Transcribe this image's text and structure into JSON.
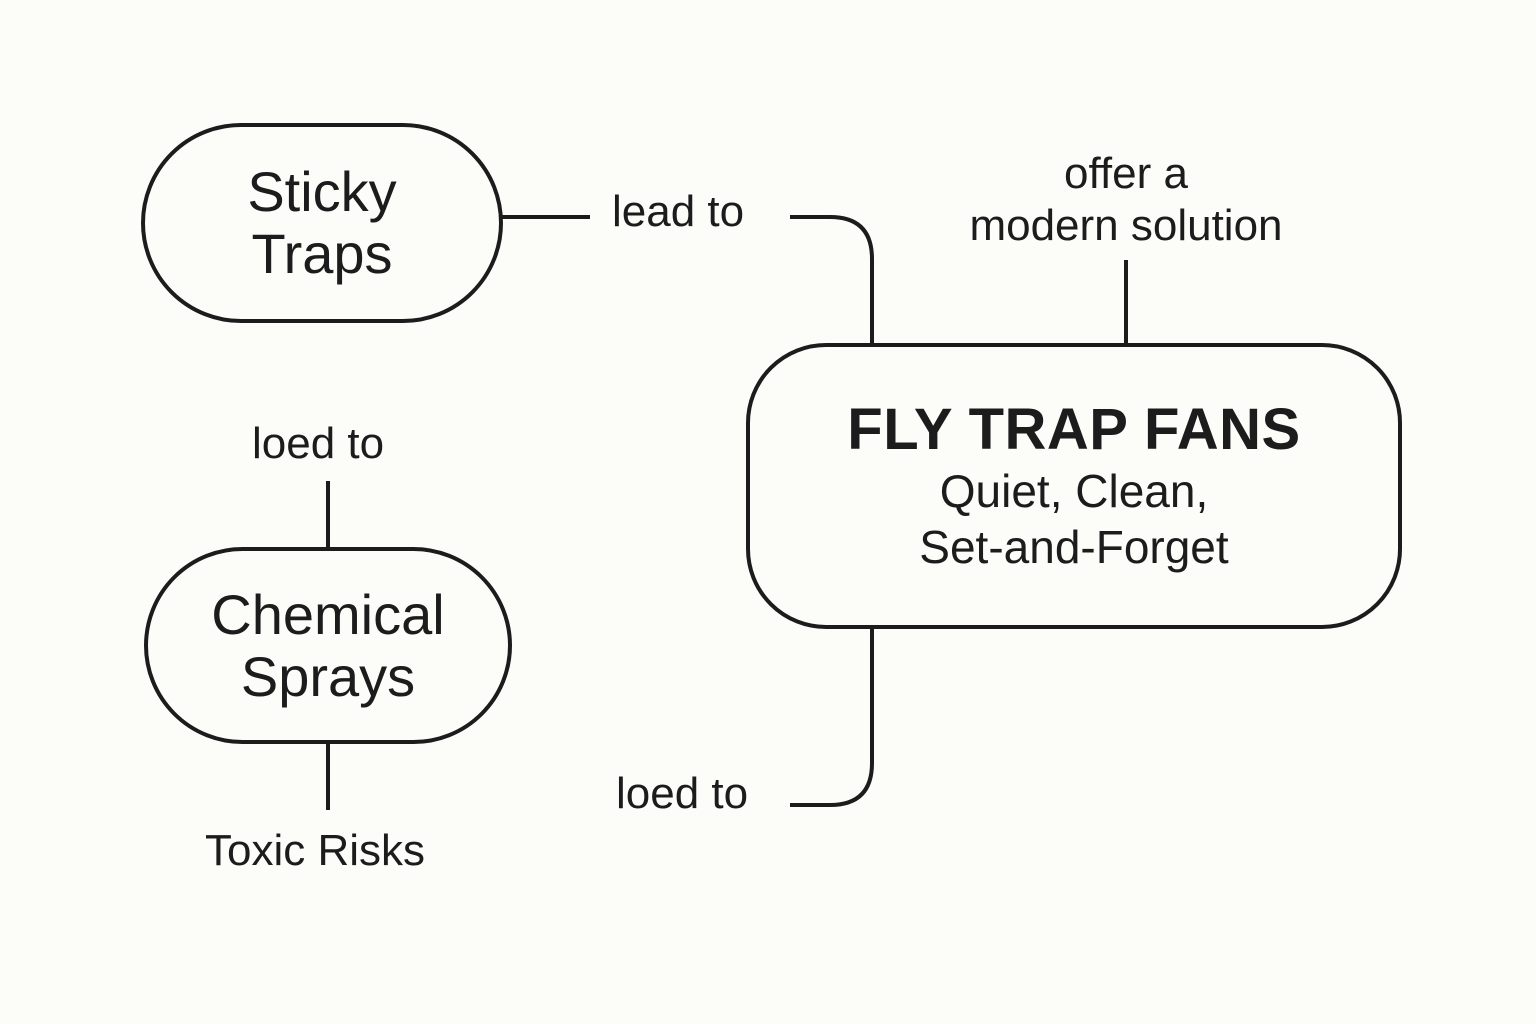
{
  "diagram": {
    "colors": {
      "background": "#fcfcf9",
      "stroke": "#1c1c1c",
      "text": "#1c1c1c"
    },
    "nodes": {
      "sticky_traps": {
        "line1": "Sticky",
        "line2": "Traps"
      },
      "chemical_sprays": {
        "line1": "Chemical",
        "line2": "Sprays"
      },
      "fly_trap_fans": {
        "title": "FLY TRAP FANS",
        "subtitle_line1": "Quiet, Clean,",
        "subtitle_line2": "Set-and-Forget"
      },
      "toxic_risks": {
        "label": "Toxic Risks"
      }
    },
    "edge_labels": {
      "sticky_to_fans": "lead to",
      "offer": {
        "line1": "offer a",
        "line2": "modern solution"
      },
      "chemical_top": "loed to",
      "fans_bottom": "loed to"
    }
  }
}
